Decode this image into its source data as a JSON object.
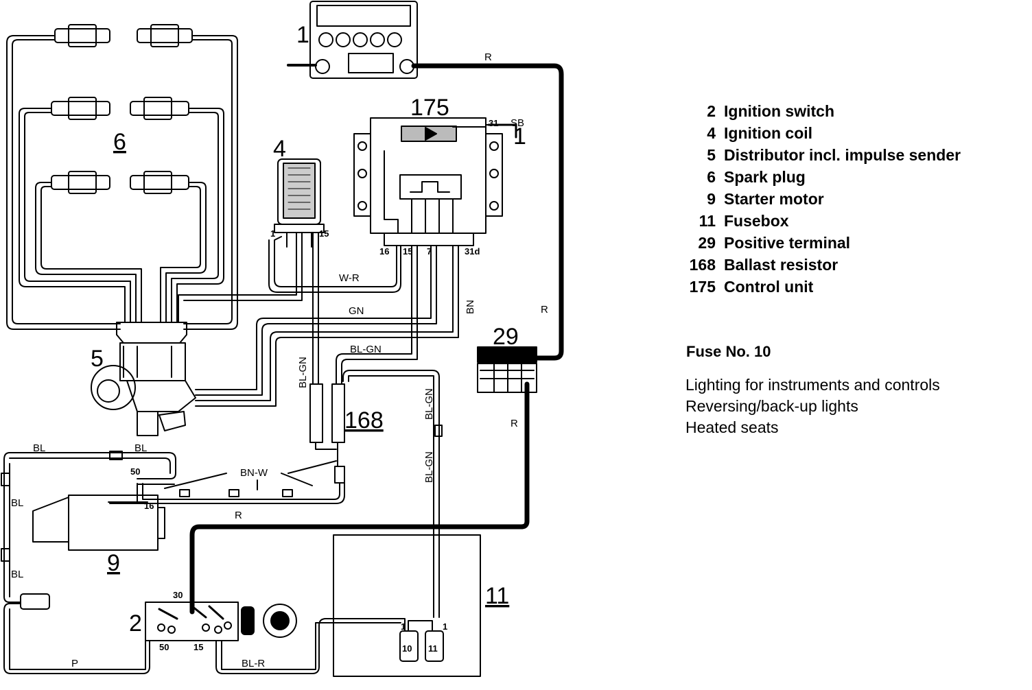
{
  "components": {
    "c1": "1",
    "c4": "4",
    "c5": "5",
    "c6": "6",
    "c9": "9",
    "c11": "11",
    "c2": "2",
    "c29": "29",
    "c168": "168",
    "c175": "175",
    "c1b": "1"
  },
  "terminals": {
    "t31": "31",
    "t16": "16",
    "t15": "15",
    "t7": "7",
    "t31d": "31d",
    "t1": "1",
    "t15coil": "15",
    "t50": "50",
    "t15b": "15",
    "t50b": "50",
    "t30": "30",
    "t16s": "16",
    "fuse1a": "1",
    "fuse1b": "1",
    "fuse10": "10",
    "fuse11": "11"
  },
  "wire_labels": {
    "r1": "R",
    "r2": "R",
    "r3": "R",
    "r4": "R",
    "sb": "SB",
    "wr": "W-R",
    "gn": "GN",
    "bn": "BN",
    "blgn1": "BL-GN",
    "blgn2": "BL-GN",
    "blgn3": "BL-GN",
    "blgn4": "BL-GN",
    "bl1": "BL",
    "bl2": "BL",
    "bl3": "BL",
    "bl4": "BL",
    "bnw": "BN-W",
    "p": "P",
    "blr": "BL-R"
  },
  "legend": [
    {
      "num": "2",
      "text": "Ignition switch"
    },
    {
      "num": "4",
      "text": "Ignition coil"
    },
    {
      "num": "5",
      "text": "Distributor incl. impulse sender"
    },
    {
      "num": "6",
      "text": "Spark plug"
    },
    {
      "num": "9",
      "text": "Starter motor"
    },
    {
      "num": "11",
      "text": "Fusebox"
    },
    {
      "num": "29",
      "text": "Positive terminal"
    },
    {
      "num": "168",
      "text": "Ballast resistor"
    },
    {
      "num": "175",
      "text": "Control unit"
    }
  ],
  "fuse": {
    "title": "Fuse No. 10",
    "items": [
      "Lighting for instruments and controls",
      "Reversing/back-up lights",
      "Heated seats"
    ]
  },
  "colors": {
    "ink": "#000000",
    "paper": "#ffffff"
  }
}
